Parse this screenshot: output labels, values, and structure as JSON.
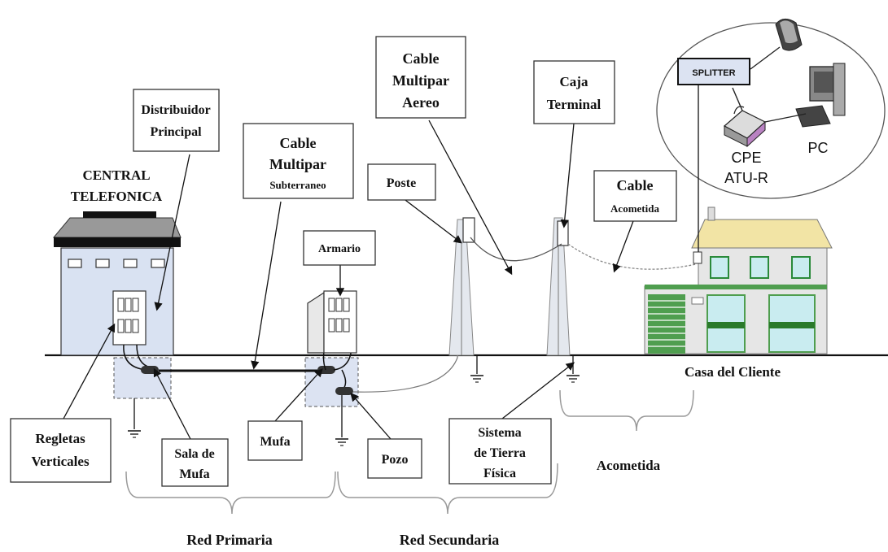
{
  "labels": {
    "central_1": "CENTRAL",
    "central_2": "TELEFONICA",
    "distribuidor_1": "Distribuidor",
    "distribuidor_2": "Principal",
    "multipar_sub_1": "Cable",
    "multipar_sub_2": "Multipar",
    "multipar_sub_3": "Subterraneo",
    "multipar_aereo_1": "Cable",
    "multipar_aereo_2": "Multipar",
    "multipar_aereo_3": "Aereo",
    "caja_1": "Caja",
    "caja_2": "Terminal",
    "poste": "Poste",
    "armario": "Armario",
    "acometida_cable_1": "Cable",
    "acometida_cable_2": "Acometida",
    "splitter": "SPLITTER",
    "cpe_1": "CPE",
    "cpe_2": "ATU-R",
    "pc": "PC",
    "casa": "Casa del Cliente",
    "regletas_1": "Regletas",
    "regletas_2": "Verticales",
    "sala_1": "Sala de",
    "sala_2": "Mufa",
    "mufa": "Mufa",
    "pozo": "Pozo",
    "tierra_1": "Sistema",
    "tierra_2": "de Tierra",
    "tierra_3": "Física",
    "acometida": "Acometida",
    "red_primaria": "Red Primaria",
    "red_secundaria": "Red Secundaria"
  },
  "colors": {
    "building_wall": "#d9e2f2",
    "roof": "#999999",
    "roof_top": "#111111",
    "house_roof": "#f2e4a5",
    "house_wall": "#e6e6e6",
    "house_trim": "#4f9e4f",
    "window_fill": "#c9ecf0",
    "vault_fill": "#dce3f2"
  }
}
